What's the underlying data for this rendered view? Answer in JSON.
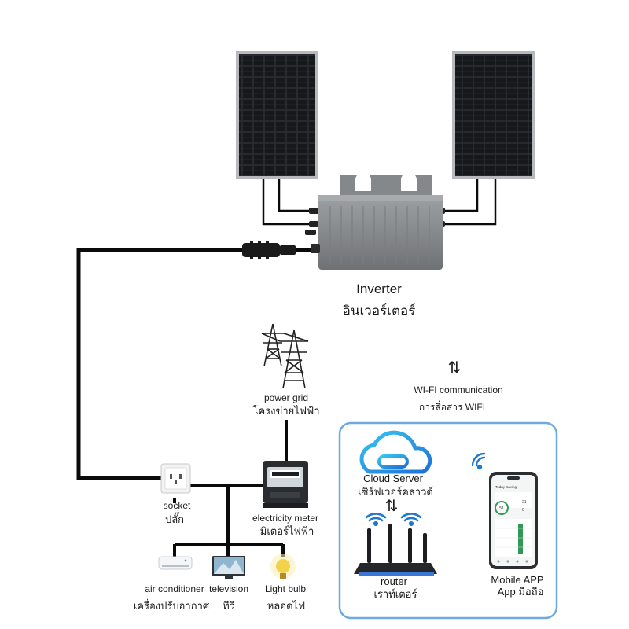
{
  "inverter": {
    "label_en": "Inverter",
    "label_th": "อินเวอร์เตอร์"
  },
  "power_grid": {
    "label_en": "power grid",
    "label_th": "โครงข่ายไฟฟ้า"
  },
  "wifi": {
    "arrows": "⇅",
    "label_en": "WI-FI communication",
    "label_th": "การสื่อสาร WIFI"
  },
  "cloud": {
    "label_en": "Cloud Server",
    "label_th": "เซิร์ฟเวอร์คลาวด์"
  },
  "cloud_router_arrows": "⇅",
  "router": {
    "label_en": "router",
    "label_th": "เราท์เตอร์"
  },
  "mobile": {
    "label_en": "Mobile APP",
    "label_th": "App มือถือ",
    "screen_title": "Today  Saving",
    "screen_stat_1": "0",
    "screen_stat_2": "51",
    "screen_stat_3": "21"
  },
  "socket": {
    "label_en": "socket",
    "label_th": "ปลั๊ก"
  },
  "meter": {
    "label_en": "electricity meter",
    "label_th": "มิเตอร์ไฟฟ้า"
  },
  "appliances": [
    {
      "label_en": "air conditioner",
      "label_th": "เครื่องปรับอากาศ"
    },
    {
      "label_en": "television",
      "label_th": "ทีวี"
    },
    {
      "label_en": "Light bulb",
      "label_th": "หลอดไฟ"
    }
  ],
  "colors": {
    "panel_frame": "#b7b9bc",
    "panel_cell": "#1f2124",
    "inverter_body": "#8a8d90",
    "wire": "#0a0a0a",
    "app_box_border": "#6ea9e0",
    "wifi_icon": "#1f78d1",
    "cloud_blue": "#2aa3e6",
    "bulb_yellow": "#f1d24a"
  }
}
